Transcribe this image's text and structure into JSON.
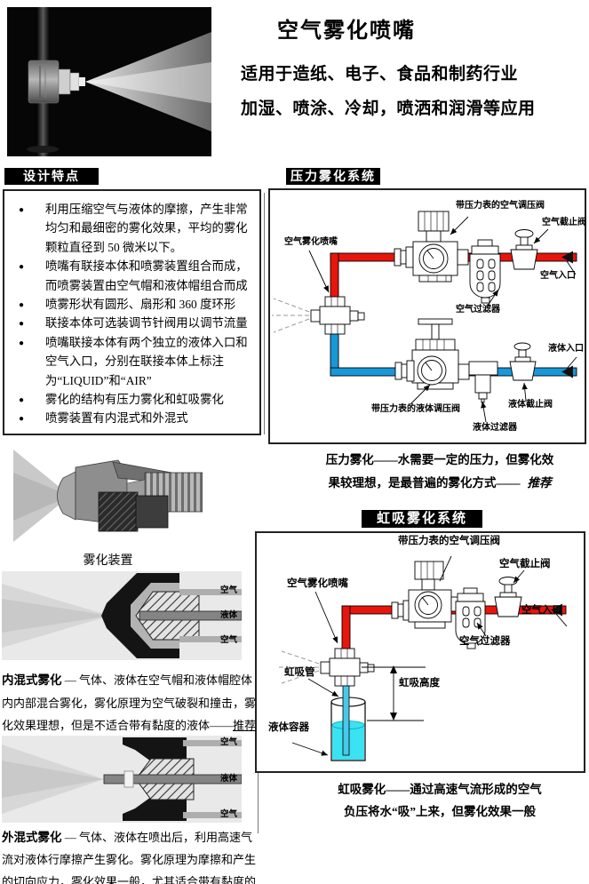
{
  "page": {
    "title": "空气雾化喷嘴",
    "subtitle1": "适用于造纸、电子、食品和制药行业",
    "subtitle2": "加湿、喷涂、冷却，喷洒和润滑等应用"
  },
  "design": {
    "header": "设计特点",
    "bullets": [
      "利用压缩空气与液体的摩擦，产生非常均匀和最细密的雾化效果，平均的雾化颗粒直径到 50 微米以下。",
      "喷嘴有联接本体和喷雾装置组合而成，而喷雾装置由空气帽和液体帽组合而成",
      "喷雾形状有圆形、扇形和 360 度环形",
      "联接本体可选装调节针阀用以调节流量",
      "喷嘴联接本体有两个独立的液体入口和空气入口，分别在联接本体上标注为“LIQUID”和“AIR”",
      "雾化的结构有压力雾化和虹吸雾化",
      "喷雾装置有内混式和外混式"
    ]
  },
  "pressure": {
    "header": "压力雾化系统",
    "labels": {
      "air_regulator": "带压力表的空气调压阀",
      "air_stop_valve": "空气截止阀",
      "nozzle": "空气雾化喷嘴",
      "air_inlet": "空气入口",
      "air_filter": "空气过滤器",
      "liquid_inlet": "液体入口",
      "liquid_regulator": "带压力表的液体调压阀",
      "liquid_filter": "液体过滤器",
      "liquid_stop_valve": "液体截止阀"
    },
    "caption1": "压力雾化——水需要一定的压力，但雾化效",
    "caption2": "果较理想，是最普遍的雾化方式——",
    "caption_em": "推荐"
  },
  "siphon": {
    "header": "虹吸雾化系统",
    "labels": {
      "air_regulator": "带压力表的空气调压阀",
      "air_stop_valve": "空气截止阀",
      "nozzle": "空气雾化喷嘴",
      "air_inlet": "空气入口",
      "air_filter": "空气过滤器",
      "siphon_tube": "虹吸管",
      "siphon_height": "虹吸高度",
      "liquid_container": "液体容器"
    },
    "caption1": "虹吸雾化——通过高速气流形成的空气",
    "caption2": "负压将水“吸”上来，但雾化效果一般"
  },
  "atomizer": {
    "caption": "雾化装置"
  },
  "mix": {
    "labels": {
      "air": "空气",
      "liquid": "液体"
    },
    "internal": {
      "title": "内混式雾化",
      "body": " — 气体、液体在空气帽和液体帽腔体内内部混合雾化，雾化原理为空气破裂和撞击，雾化效果理想，但是不适合带有黏度的液体——",
      "em": "推荐"
    },
    "external": {
      "title": "外混式雾化",
      "body": " — 气体、液体在喷出后，利用高速气流对液体行摩擦产生雾化。雾化原理为摩擦和产生的切向应力，雾化效果一般，尤其适合带有黏度的液体"
    }
  },
  "colors": {
    "air_pipe": "#e8150d",
    "liquid_pipe": "#1898d8",
    "liquid_fill": "#3ae2f2"
  }
}
